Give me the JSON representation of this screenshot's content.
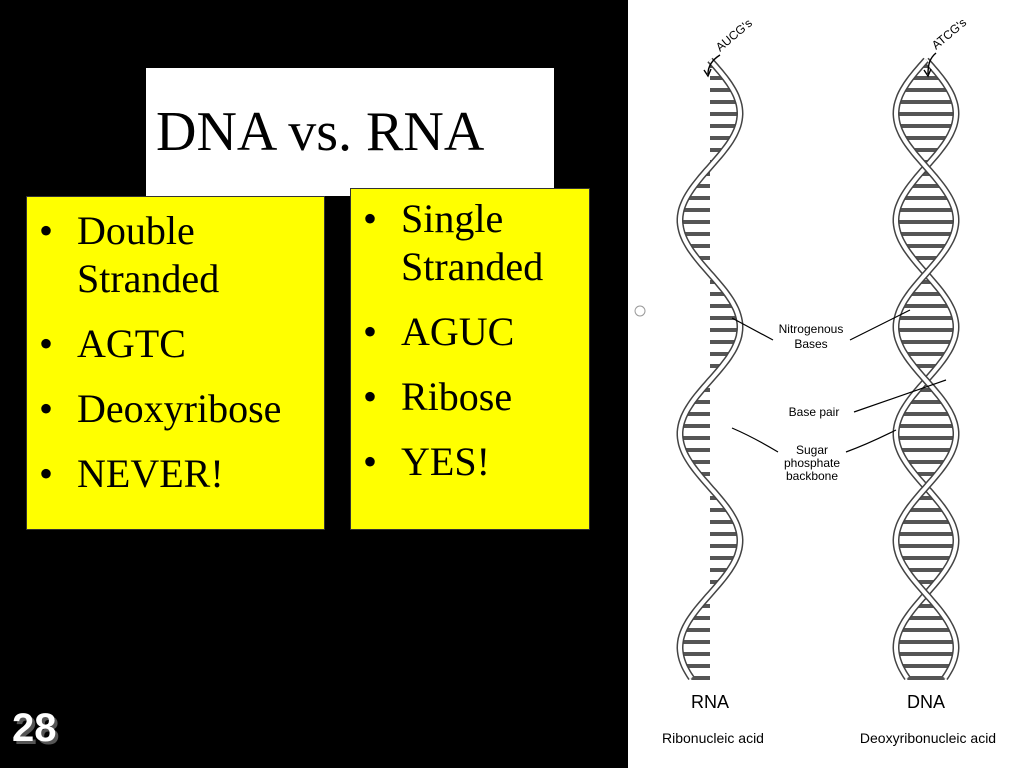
{
  "slide": {
    "title": "DNA vs. RNA",
    "number": "28"
  },
  "dna_panel": {
    "bullet": "•",
    "items": [
      {
        "lines": [
          "Double",
          "Stranded"
        ]
      },
      {
        "lines": [
          "AGTC"
        ]
      },
      {
        "lines": [
          "Deoxyribose"
        ]
      },
      {
        "lines": [
          "NEVER!"
        ]
      }
    ]
  },
  "rna_panel": {
    "bullet": "•",
    "items": [
      {
        "lines": [
          "Single",
          "Stranded"
        ]
      },
      {
        "lines": [
          "AGUC"
        ]
      },
      {
        "lines": [
          "Ribose"
        ]
      },
      {
        "lines": [
          "YES!"
        ]
      }
    ]
  },
  "diagram": {
    "rna_top_label": "AUCG's",
    "dna_top_label": "ATCG's",
    "callout_bases": [
      "Nitrogenous",
      "Bases"
    ],
    "callout_pair": "Base pair",
    "callout_backbone": [
      "Sugar",
      "phosphate",
      "backbone"
    ],
    "rna_label": "RNA",
    "dna_label": "DNA",
    "rna_full": "Ribonucleic acid",
    "dna_full": "Deoxyribonucleic acid",
    "colors": {
      "panel": "#ffff00",
      "background": "#000000",
      "diagram_bg": "#ffffff"
    }
  }
}
